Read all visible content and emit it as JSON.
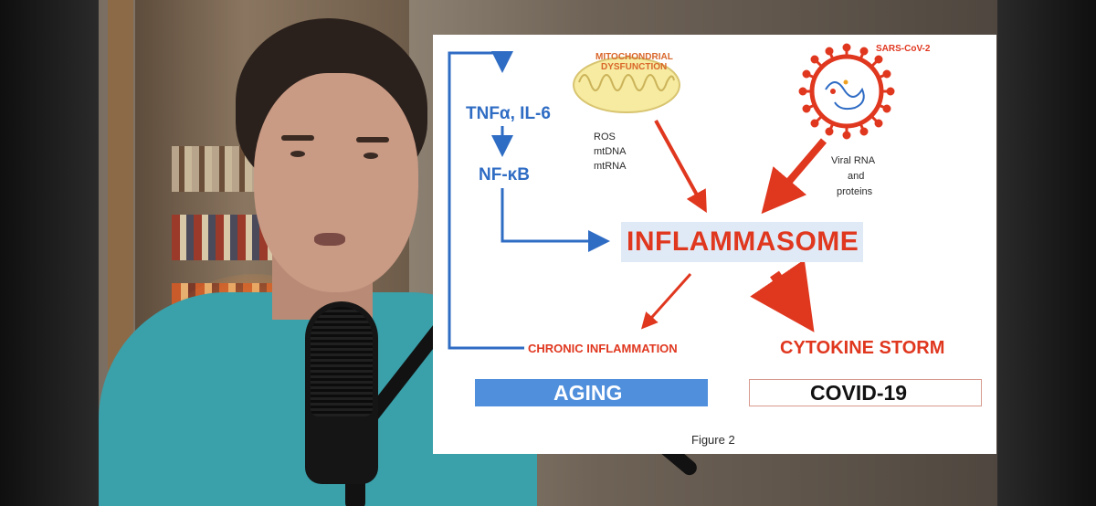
{
  "figure": {
    "labels": {
      "tnf": "TNFα, IL-6",
      "nfkb": "NF-κB",
      "mito_line1": "MITOCHONDRIAL",
      "mito_line2": "DYSFUNCTION",
      "ros": "ROS",
      "mtdna": "mtDNA",
      "mtrna": "mtRNA",
      "sars": "SARS-CoV-2",
      "viral_line1": "Viral RNA",
      "viral_line2": "and",
      "viral_line3": "proteins",
      "inflammasome": "INFLAMMASOME",
      "chronic": "CHRONIC INFLAMMATION",
      "cytokine": "CYTOKINE STORM",
      "aging": "AGING",
      "covid": "COVID-19",
      "caption": "Figure 2"
    },
    "colors": {
      "blue": "#2f6cc4",
      "red": "#e0371f",
      "orange": "#d9662a",
      "aging_fill": "#4f8fdc",
      "inflammasome_fill": "#dfeaf6",
      "mito_fill": "#f6eba0"
    }
  }
}
